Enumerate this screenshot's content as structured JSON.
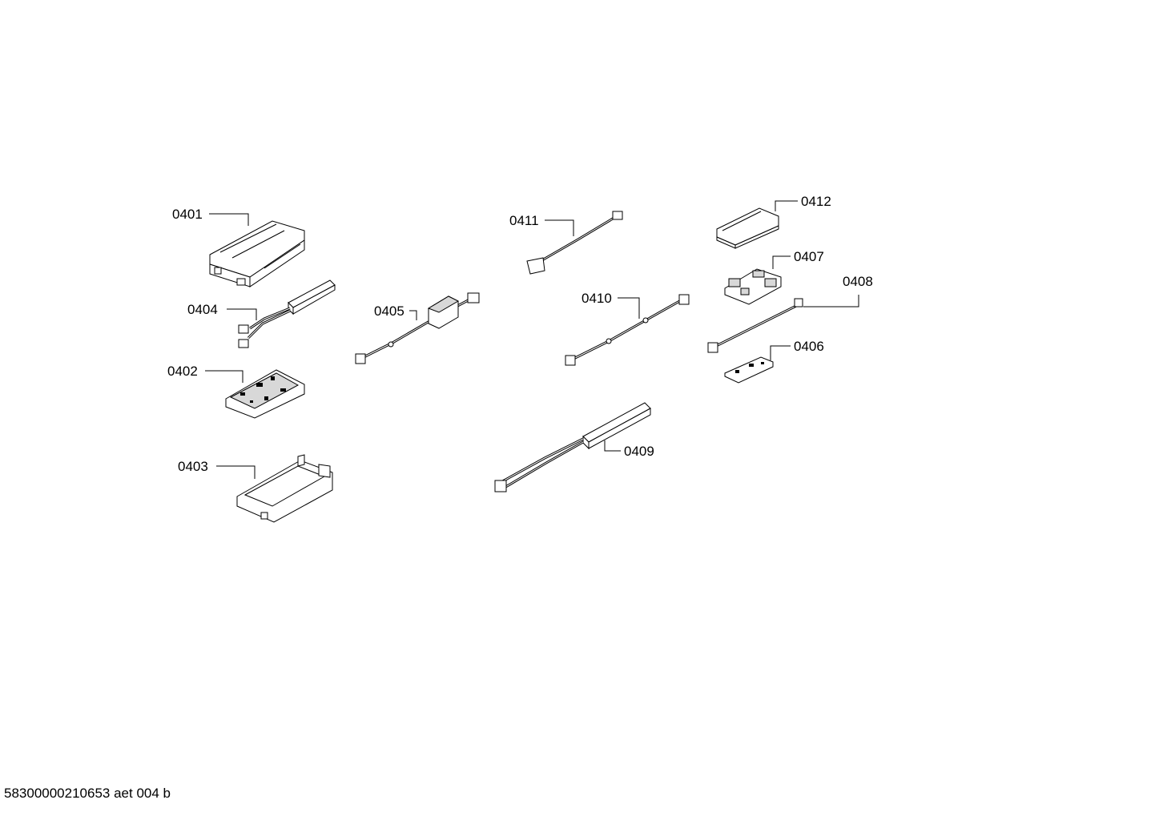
{
  "callouts": {
    "p0401": "0401",
    "p0402": "0402",
    "p0403": "0403",
    "p0404": "0404",
    "p0405": "0405",
    "p0406": "0406",
    "p0407": "0407",
    "p0408": "0408",
    "p0409": "0409",
    "p0410": "0410",
    "p0411": "0411",
    "p0412": "0412"
  },
  "footer": "58300000210653 aet 004 b"
}
